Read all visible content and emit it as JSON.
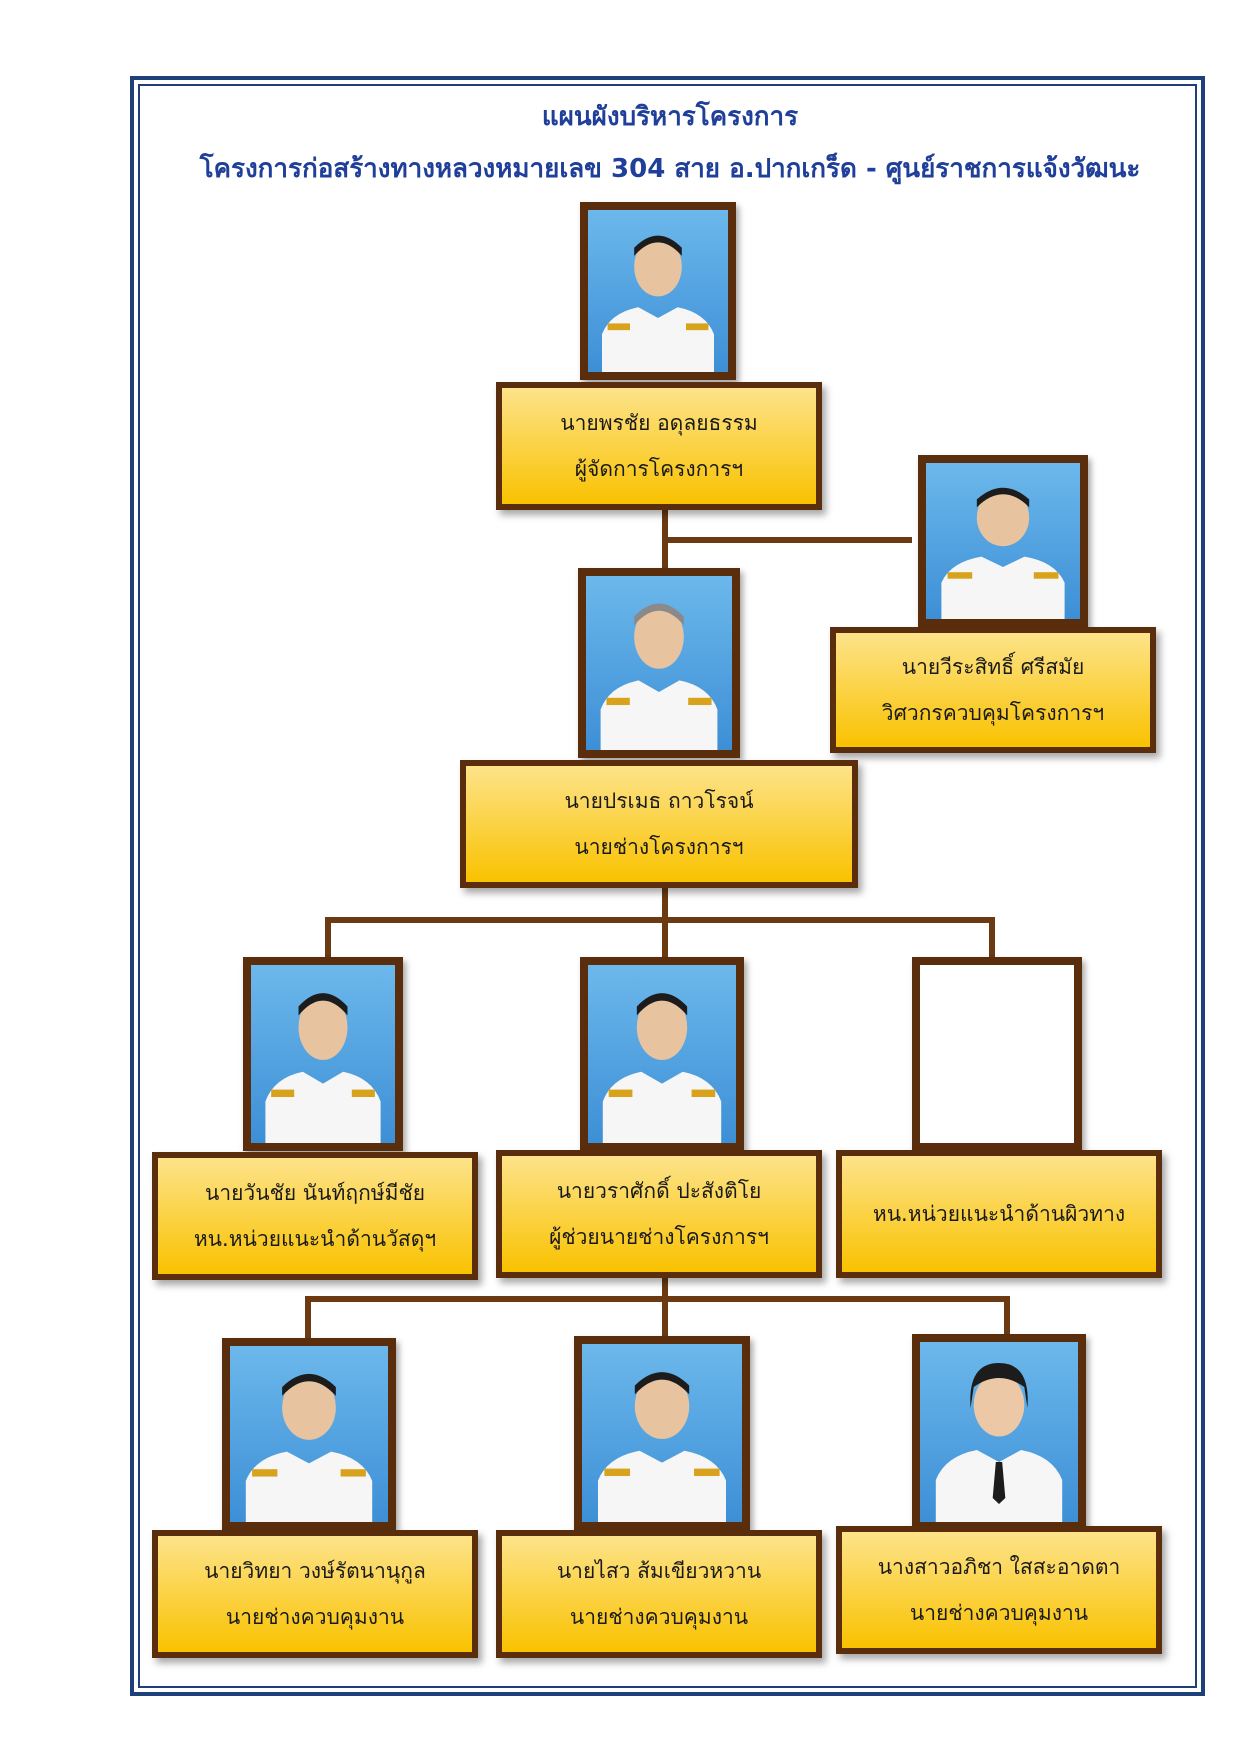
{
  "header": {
    "title": "แผนผังบริหารโครงการ",
    "subtitle": "โครงการก่อสร้างทางหลวงหมายเลข 304 สาย อ.ปากเกร็ด - ศูนย์ราชการแจ้งวัฒนะ"
  },
  "colors": {
    "title": "#1f3f9a",
    "frame": "#1f3f78",
    "connector": "#6b3a12",
    "box_fill": "#f9c200",
    "box_border": "#5a2e0c"
  },
  "members": {
    "manager": {
      "name": "นายพรชัย  อดุลยธรรม",
      "role": "ผู้จัดการโครงการฯ"
    },
    "control_engineer": {
      "name": "นายวีระสิทธิ์ ศรีสมัย",
      "role": "วิศวกรควบคุมโครงการฯ"
    },
    "project_engineer": {
      "name": "นายปรเมธ  ถาวโรจน์",
      "role": "นายช่างโครงการฯ"
    },
    "materials_head": {
      "name": "นายวันชัย นันท์ฤกษ์มีชัย",
      "role": "หน.หน่วยแนะนำด้านวัสดุฯ"
    },
    "assistant_engineer": {
      "name": "นายวราศักดิ์  ปะสังติโย",
      "role": "ผู้ช่วยนายช่างโครงการฯ"
    },
    "pavement_head": {
      "role": "หน.หน่วยแนะนำด้านผิวทาง"
    },
    "supervisor_1": {
      "name": "นายวิทยา  วงษ์รัตนานุกูล",
      "role": "นายช่างควบคุมงาน"
    },
    "supervisor_2": {
      "name": "นายไสว  ส้มเขียวหวาน",
      "role": "นายช่างควบคุมงาน"
    },
    "supervisor_3": {
      "name": "นางสาวอภิชา ใสสะอาดตา",
      "role": "นายช่างควบคุมงาน"
    }
  }
}
